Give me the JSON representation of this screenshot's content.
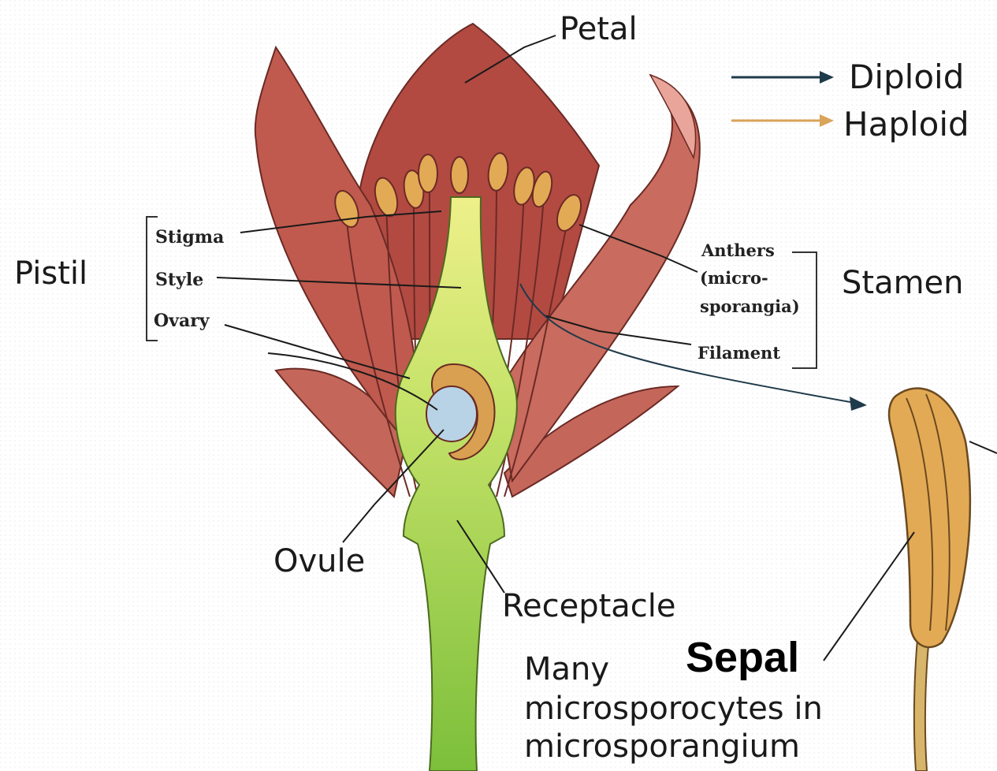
{
  "labels": {
    "petal": "Petal",
    "pistil": "Pistil",
    "stigma": "Stigma",
    "style": "Style",
    "ovary": "Ovary",
    "anthers_line1": "Anthers",
    "anthers_line2": "(micro-",
    "anthers_line3": "sporangia)",
    "filament": "Filament",
    "stamen": "Stamen",
    "ovule": "Ovule",
    "receptacle": "Receptacle",
    "sepal": "Sepal",
    "many_line1": "Many",
    "many_line2": "microsporocytes in",
    "many_line3": "microsporangium"
  },
  "legend": {
    "diploid": "Diploid",
    "haploid": "Haploid",
    "diploid_color": "#1f3a4a",
    "haploid_color": "#d9a35a"
  },
  "colors": {
    "petal": "#b9534a",
    "petal_dark": "#8e3530",
    "pistil": "#f3ec8c",
    "stem": "#8cc63f",
    "ovule": "#b8d3e6",
    "ovary_wall": "#d8a050",
    "anther": "#e3aa55"
  }
}
